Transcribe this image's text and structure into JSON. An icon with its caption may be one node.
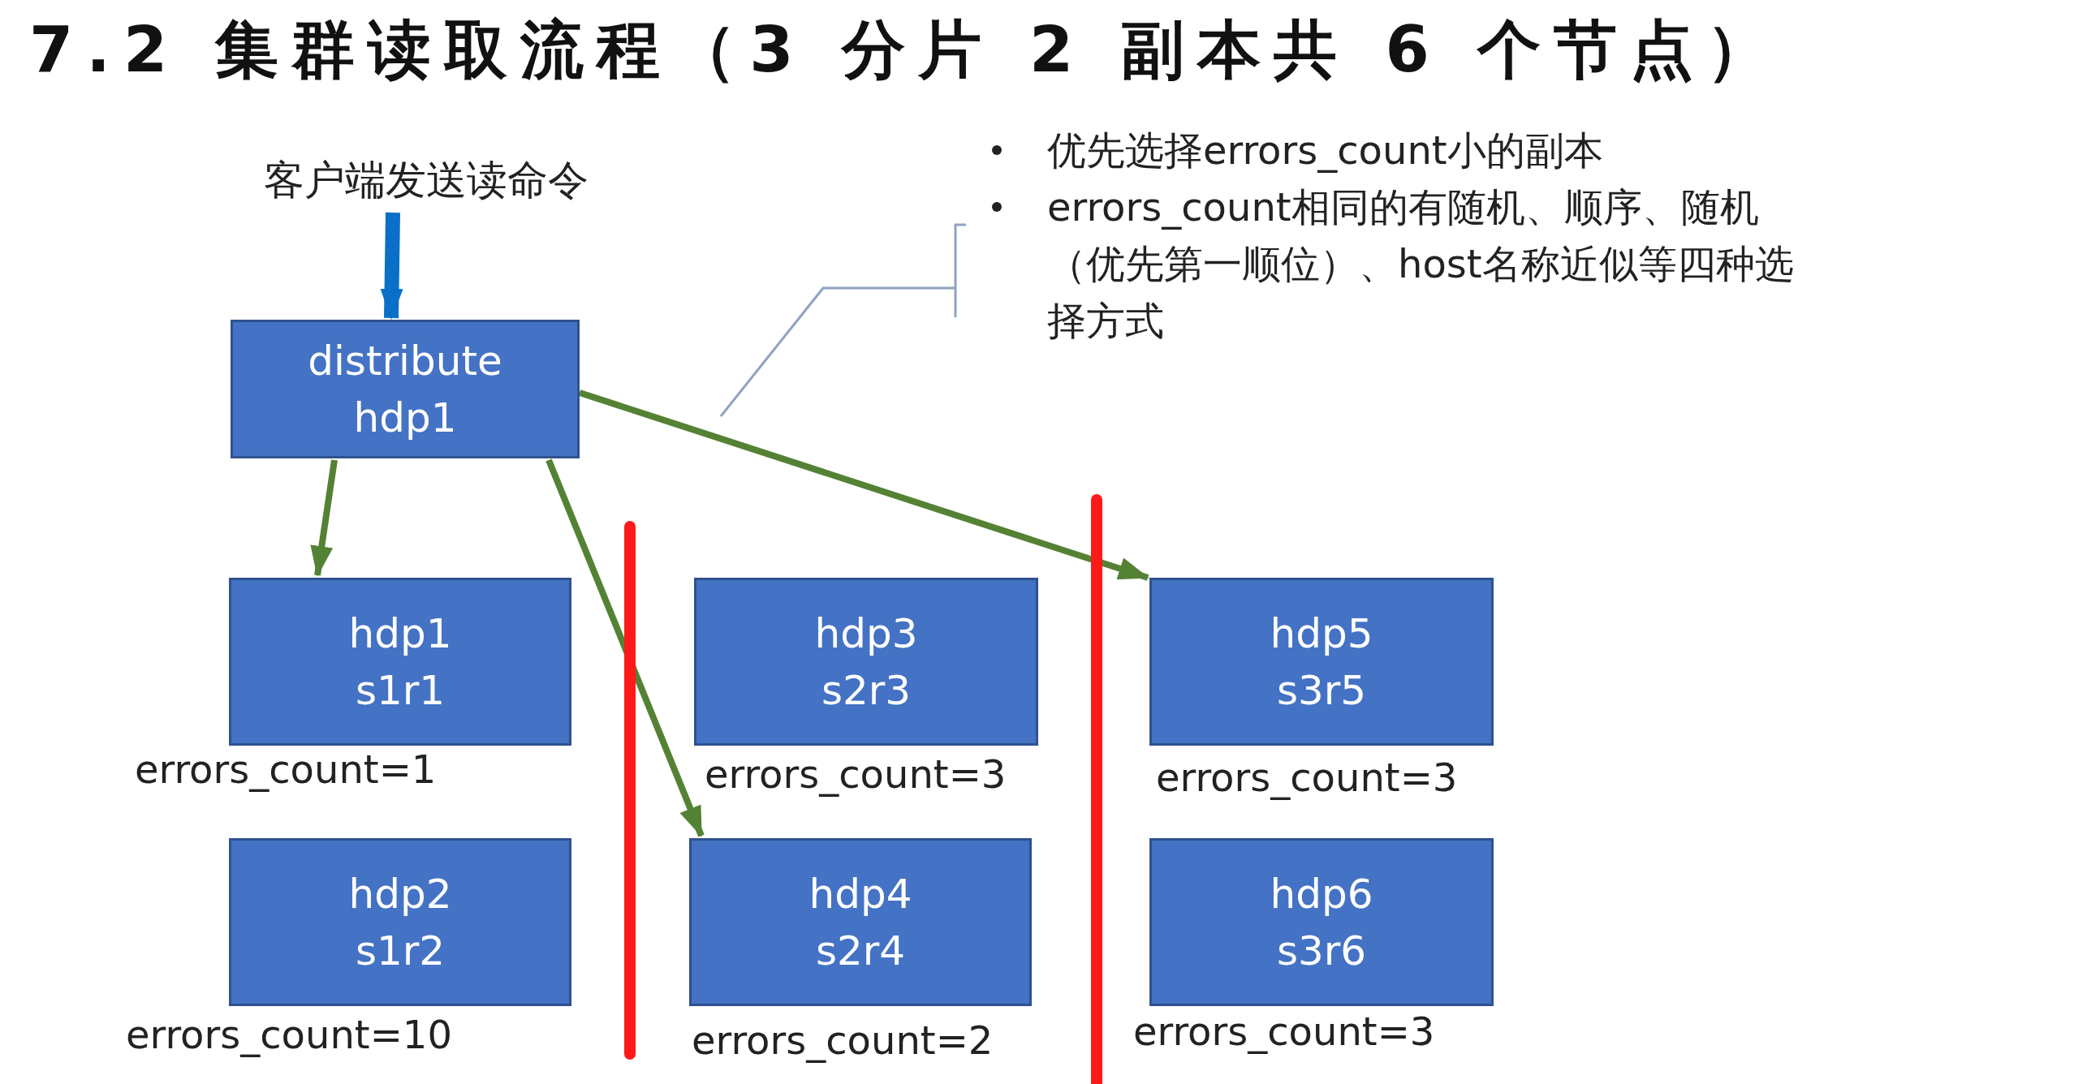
{
  "diagram": {
    "title": "7.2 集群读取流程（3 分片 2 副本共 6 个节点）",
    "nodes": [
      {
        "text": [
          "客户端发送读命令"
        ]
      },
      {
        "text": [
          "distribute hdp1"
        ]
      },
      {
        "text": [
          "hdp1 s1r1"
        ],
        "beside": [
          "errors_count=1"
        ]
      },
      {
        "text": [
          "hdp3 s2r3"
        ],
        "beside": [
          "errors_count=3"
        ]
      },
      {
        "text": [
          "hdp5 s3r5"
        ],
        "beside": [
          "errors_count=3"
        ]
      },
      {
        "text": [
          "hdp2 s1r2"
        ],
        "beside": [
          "errors_count=10"
        ]
      },
      {
        "text": [
          "hdp4 s2r4"
        ],
        "beside": [
          "errors_count=2"
        ]
      },
      {
        "text": [
          "hdp6 s3r6"
        ],
        "beside": [
          "errors_count=3"
        ]
      },
      {
        "text": [
          "优先选择errors_count小的副本",
          "errors_count相同的有随机、顺序、随机（优先第一顺位）、host名称近似等四种选择方式"
        ]
      }
    ],
    "edges": [
      {
        "from": 0,
        "to": 1,
        "arrow": "to",
        "color": "#0a6fc8",
        "style": "thick"
      },
      {
        "from": 1,
        "to": 2,
        "arrow": "to"
      },
      {
        "from": 1,
        "to": 6,
        "arrow": "to"
      },
      {
        "from": 1,
        "to": 4,
        "arrow": "to"
      },
      {
        "from": 8,
        "to": null,
        "arrow": "none",
        "color": "#8fa2c0"
      }
    ]
  }
}
